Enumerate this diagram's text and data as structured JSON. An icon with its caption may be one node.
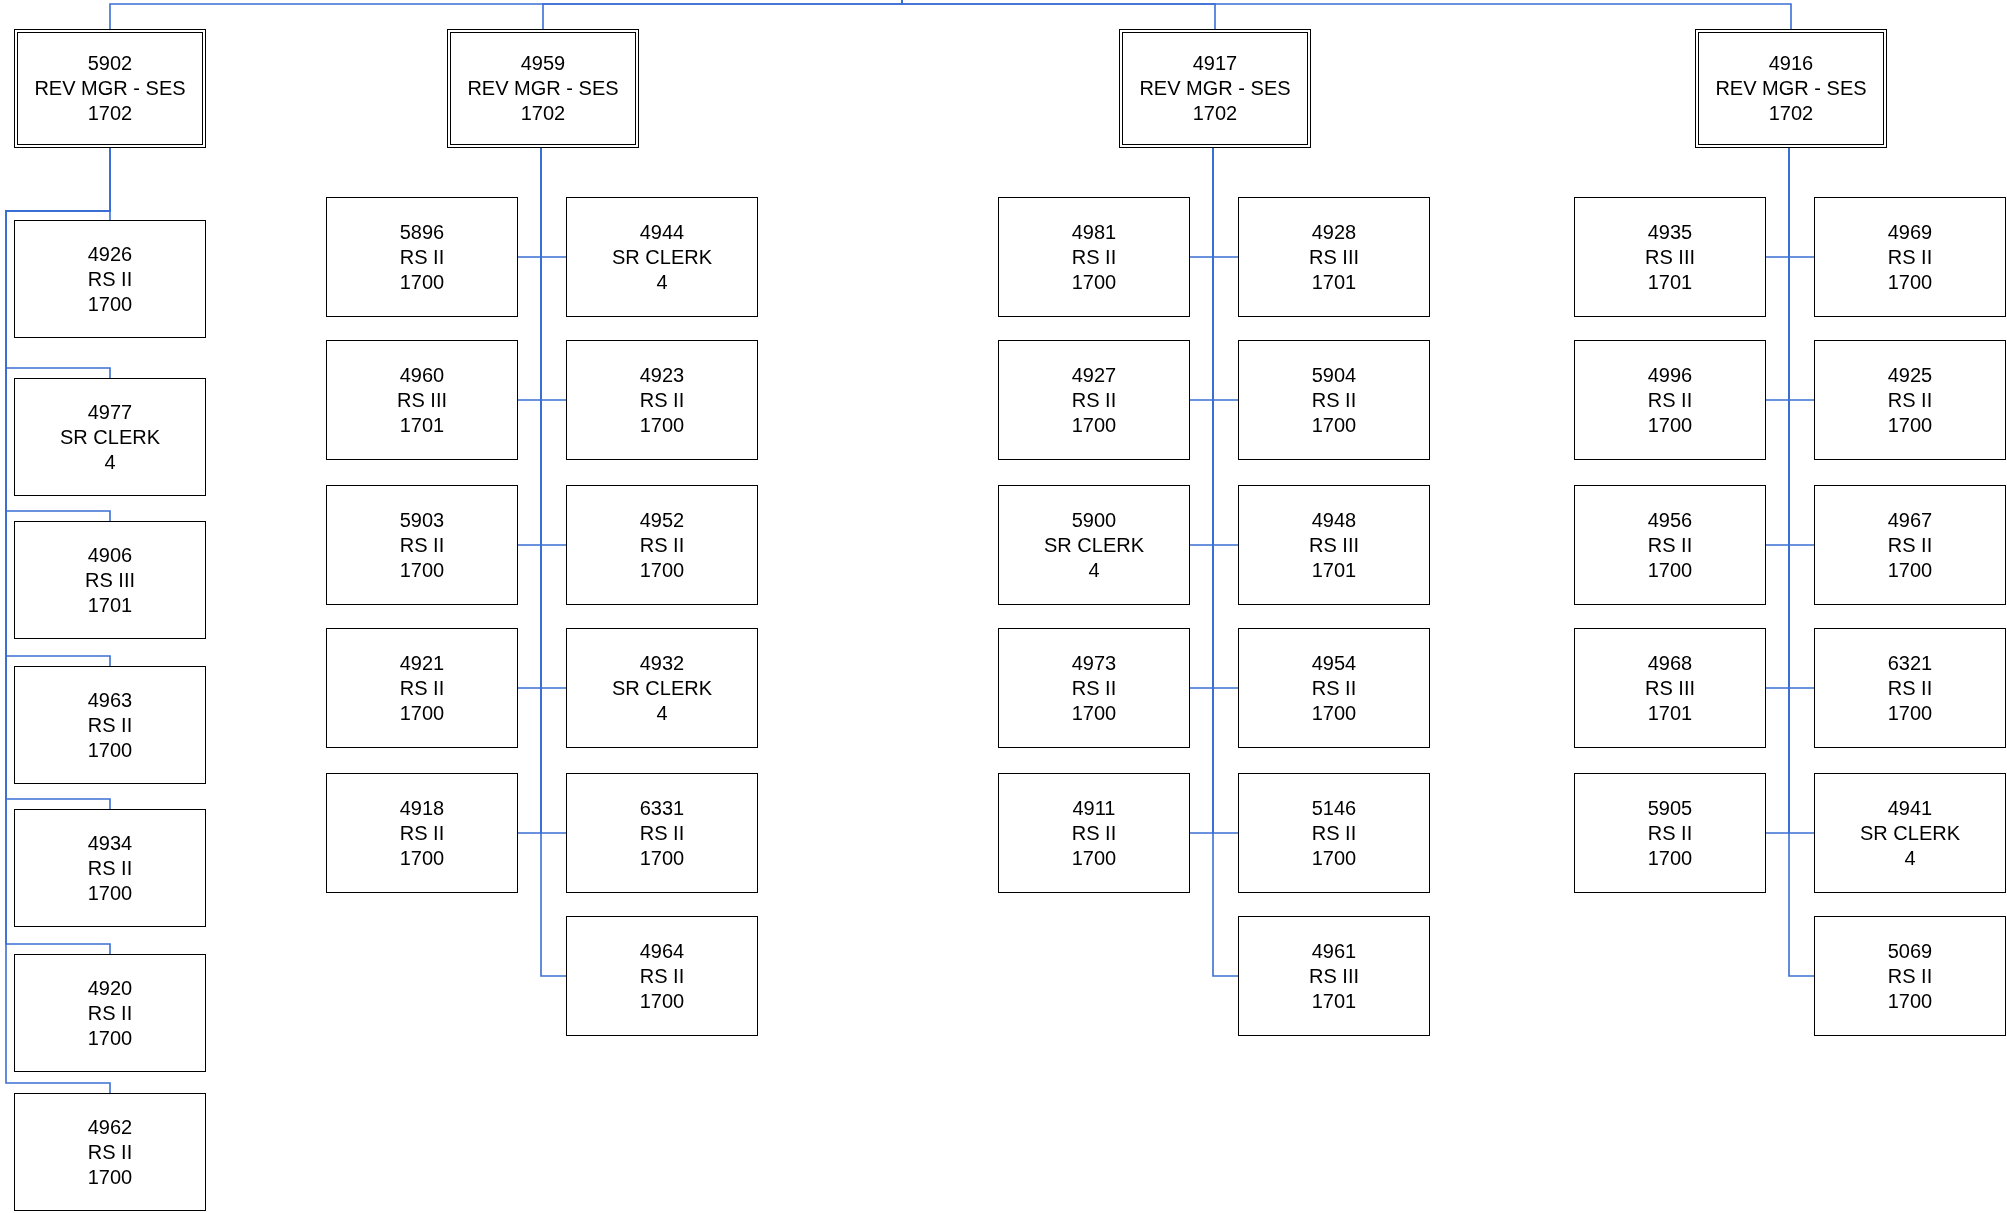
{
  "diagram": {
    "nodes": [
      {
        "text": [
          "5902",
          "REV MGR - SES",
          "1702"
        ]
      },
      {
        "text": [
          "4926",
          "RS II",
          "1700"
        ]
      },
      {
        "text": [
          "4977",
          "SR CLERK",
          "4"
        ]
      },
      {
        "text": [
          "4906",
          "RS III",
          "1701"
        ]
      },
      {
        "text": [
          "4963",
          "RS II",
          "1700"
        ]
      },
      {
        "text": [
          "4934",
          "RS II",
          "1700"
        ]
      },
      {
        "text": [
          "4920",
          "RS II",
          "1700"
        ]
      },
      {
        "text": [
          "4962",
          "RS II",
          "1700"
        ]
      },
      {
        "text": [
          "4959",
          "REV MGR - SES",
          "1702"
        ]
      },
      {
        "text": [
          "5896",
          "RS II",
          "1700"
        ]
      },
      {
        "text": [
          "4944",
          "SR CLERK",
          "4"
        ]
      },
      {
        "text": [
          "4960",
          "RS III",
          "1701"
        ]
      },
      {
        "text": [
          "4923",
          "RS II",
          "1700"
        ]
      },
      {
        "text": [
          "5903",
          "RS II",
          "1700"
        ]
      },
      {
        "text": [
          "4952",
          "RS II",
          "1700"
        ]
      },
      {
        "text": [
          "4921",
          "RS II",
          "1700"
        ]
      },
      {
        "text": [
          "4932",
          "SR CLERK",
          "4"
        ]
      },
      {
        "text": [
          "4918",
          "RS II",
          "1700"
        ]
      },
      {
        "text": [
          "6331",
          "RS II",
          "1700"
        ]
      },
      {
        "text": [
          "4964",
          "RS II",
          "1700"
        ]
      },
      {
        "text": [
          "4917",
          "REV MGR - SES",
          "1702"
        ]
      },
      {
        "text": [
          "4981",
          "RS II",
          "1700"
        ]
      },
      {
        "text": [
          "4928",
          "RS III",
          "1701"
        ]
      },
      {
        "text": [
          "4927",
          "RS II",
          "1700"
        ]
      },
      {
        "text": [
          "5904",
          "RS II",
          "1700"
        ]
      },
      {
        "text": [
          "5900",
          "SR CLERK",
          "4"
        ]
      },
      {
        "text": [
          "4948",
          "RS III",
          "1701"
        ]
      },
      {
        "text": [
          "4973",
          "RS II",
          "1700"
        ]
      },
      {
        "text": [
          "4954",
          "RS II",
          "1700"
        ]
      },
      {
        "text": [
          "4911",
          "RS II",
          "1700"
        ]
      },
      {
        "text": [
          "5146",
          "RS II",
          "1700"
        ]
      },
      {
        "text": [
          "4961",
          "RS III",
          "1701"
        ]
      },
      {
        "text": [
          "4916",
          "REV MGR - SES",
          "1702"
        ]
      },
      {
        "text": [
          "4935",
          "RS III",
          "1701"
        ]
      },
      {
        "text": [
          "4969",
          "RS II",
          "1700"
        ]
      },
      {
        "text": [
          "4996",
          "RS II",
          "1700"
        ]
      },
      {
        "text": [
          "4925",
          "RS II",
          "1700"
        ]
      },
      {
        "text": [
          "4956",
          "RS II",
          "1700"
        ]
      },
      {
        "text": [
          "4967",
          "RS II",
          "1700"
        ]
      },
      {
        "text": [
          "4968",
          "RS III",
          "1701"
        ]
      },
      {
        "text": [
          "6321",
          "RS II",
          "1700"
        ]
      },
      {
        "text": [
          "5905",
          "RS II",
          "1700"
        ]
      },
      {
        "text": [
          "4941",
          "SR CLERK",
          "4"
        ]
      },
      {
        "text": [
          "5069",
          "RS II",
          "1700"
        ]
      }
    ],
    "edges": [
      {
        "from": null,
        "to": 0,
        "arrow": "none"
      },
      {
        "from": null,
        "to": 8,
        "arrow": "none"
      },
      {
        "from": null,
        "to": 20,
        "arrow": "none"
      },
      {
        "from": null,
        "to": 32,
        "arrow": "none"
      },
      {
        "from": 0,
        "to": 1,
        "arrow": "none"
      },
      {
        "from": 0,
        "to": 2,
        "arrow": "none"
      },
      {
        "from": 0,
        "to": 3,
        "arrow": "none"
      },
      {
        "from": 0,
        "to": 4,
        "arrow": "none"
      },
      {
        "from": 0,
        "to": 5,
        "arrow": "none"
      },
      {
        "from": 0,
        "to": 6,
        "arrow": "none"
      },
      {
        "from": 0,
        "to": 7,
        "arrow": "none"
      },
      {
        "from": 8,
        "to": 9,
        "arrow": "none"
      },
      {
        "from": 8,
        "to": 10,
        "arrow": "none"
      },
      {
        "from": 8,
        "to": 11,
        "arrow": "none"
      },
      {
        "from": 8,
        "to": 12,
        "arrow": "none"
      },
      {
        "from": 8,
        "to": 13,
        "arrow": "none"
      },
      {
        "from": 8,
        "to": 14,
        "arrow": "none"
      },
      {
        "from": 8,
        "to": 15,
        "arrow": "none"
      },
      {
        "from": 8,
        "to": 16,
        "arrow": "none"
      },
      {
        "from": 8,
        "to": 17,
        "arrow": "none"
      },
      {
        "from": 8,
        "to": 18,
        "arrow": "none"
      },
      {
        "from": 8,
        "to": 19,
        "arrow": "none"
      },
      {
        "from": 20,
        "to": 21,
        "arrow": "none"
      },
      {
        "from": 20,
        "to": 22,
        "arrow": "none"
      },
      {
        "from": 20,
        "to": 23,
        "arrow": "none"
      },
      {
        "from": 20,
        "to": 24,
        "arrow": "none"
      },
      {
        "from": 20,
        "to": 25,
        "arrow": "none"
      },
      {
        "from": 20,
        "to": 26,
        "arrow": "none"
      },
      {
        "from": 20,
        "to": 27,
        "arrow": "none"
      },
      {
        "from": 20,
        "to": 28,
        "arrow": "none"
      },
      {
        "from": 20,
        "to": 29,
        "arrow": "none"
      },
      {
        "from": 20,
        "to": 30,
        "arrow": "none"
      },
      {
        "from": 20,
        "to": 31,
        "arrow": "none"
      },
      {
        "from": 32,
        "to": 33,
        "arrow": "none"
      },
      {
        "from": 32,
        "to": 34,
        "arrow": "none"
      },
      {
        "from": 32,
        "to": 35,
        "arrow": "none"
      },
      {
        "from": 32,
        "to": 36,
        "arrow": "none"
      },
      {
        "from": 32,
        "to": 37,
        "arrow": "none"
      },
      {
        "from": 32,
        "to": 38,
        "arrow": "none"
      },
      {
        "from": 32,
        "to": 39,
        "arrow": "none"
      },
      {
        "from": 32,
        "to": 40,
        "arrow": "none"
      },
      {
        "from": 32,
        "to": 41,
        "arrow": "none"
      },
      {
        "from": 32,
        "to": 42,
        "arrow": "none"
      },
      {
        "from": 32,
        "to": 43,
        "arrow": "none"
      }
    ]
  }
}
